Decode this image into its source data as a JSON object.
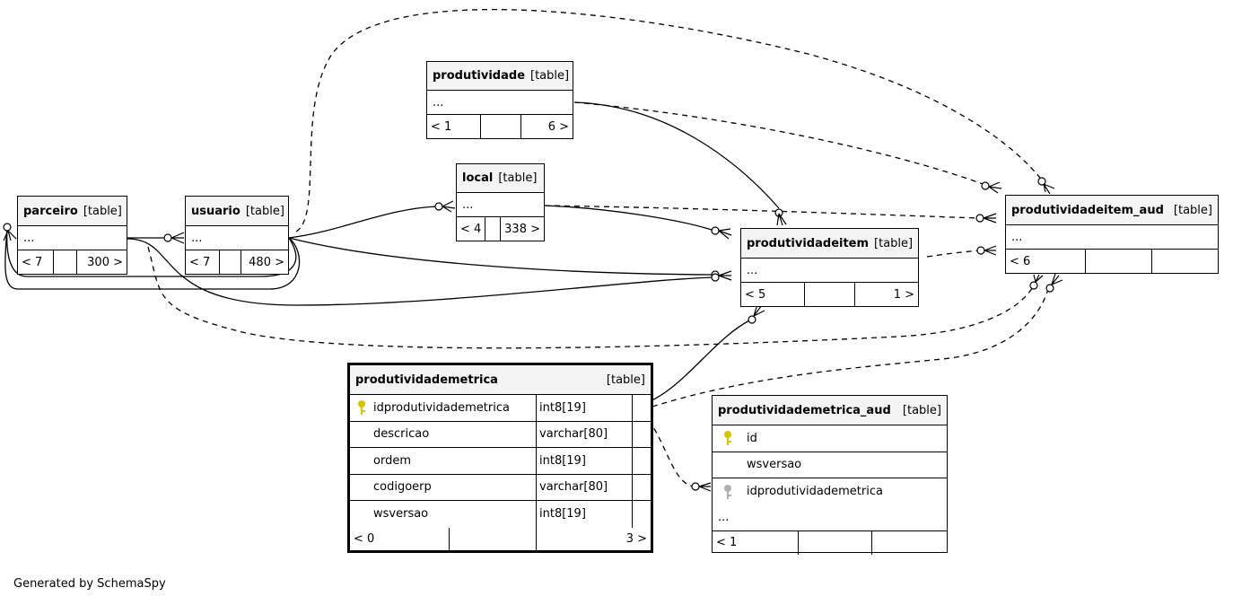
{
  "footer": "Generated by SchemaSpy",
  "colors": {
    "key_primary": "#d4c400",
    "key_foreign": "#b0b0b0",
    "line": "#000000"
  },
  "tables": {
    "produtividade": {
      "name": "produtividade",
      "kind": "[table]",
      "ellipsis": "...",
      "parents": "< 1",
      "children": "6 >"
    },
    "local": {
      "name": "local",
      "kind": "[table]",
      "ellipsis": "...",
      "parents": "< 4",
      "children": "338 >"
    },
    "parceiro": {
      "name": "parceiro",
      "kind": "[table]",
      "ellipsis": "...",
      "parents": "< 7",
      "children": "300 >"
    },
    "usuario": {
      "name": "usuario",
      "kind": "[table]",
      "ellipsis": "...",
      "parents": "< 7",
      "children": "480 >"
    },
    "produtividadeitem": {
      "name": "produtividadeitem",
      "kind": "[table]",
      "ellipsis": "...",
      "parents": "< 5",
      "children": "1 >"
    },
    "produtividadeitem_aud": {
      "name": "produtividadeitem_aud",
      "kind": "[table]",
      "ellipsis": "...",
      "parents": "< 6",
      "children": ""
    },
    "produtividademetrica": {
      "name": "produtividademetrica",
      "kind": "[table]",
      "parents": "< 0",
      "children": "3 >",
      "columns": [
        {
          "name": "idprodutividademetrica",
          "type": "int8[19]",
          "key": "primary-key-icon"
        },
        {
          "name": "descricao",
          "type": "varchar[80]",
          "key": ""
        },
        {
          "name": "ordem",
          "type": "int8[19]",
          "key": ""
        },
        {
          "name": "codigoerp",
          "type": "varchar[80]",
          "key": ""
        },
        {
          "name": "wsversao",
          "type": "int8[19]",
          "key": ""
        }
      ]
    },
    "produtividademetrica_aud": {
      "name": "produtividademetrica_aud",
      "kind": "[table]",
      "ellipsis": "...",
      "parents": "< 1",
      "children": "",
      "columns": [
        {
          "name": "id",
          "key": "primary-key-icon"
        },
        {
          "name": "wsversao",
          "key": ""
        },
        {
          "name": "idprodutividademetrica",
          "key": "foreign-key-icon"
        }
      ]
    }
  }
}
